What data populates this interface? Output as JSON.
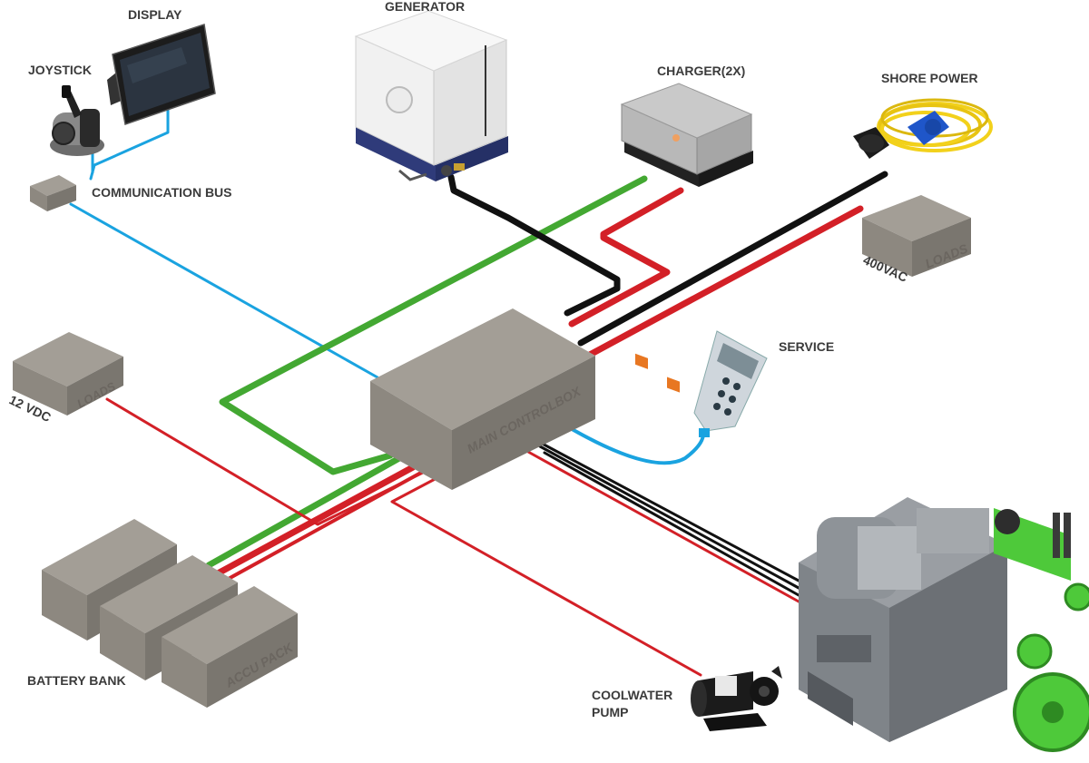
{
  "labels": {
    "display": "DISPLAY",
    "joystick": "JOYSTICK",
    "generator": "GENERATOR",
    "charger": "CHARGER(2X)",
    "shore_power": "SHORE POWER",
    "communication_bus": "COMMUNICATION BUS",
    "loads_400vac": "LOADS",
    "vac_400": "400VAC",
    "service": "SERVICE",
    "loads_12vdc": "LOADS",
    "vdc_12": "12 VDC",
    "main_controlbox": "MAIN CONTROLBOX",
    "battery_bank": "BATTERY BANK",
    "accu_pack": "ACCU PACK",
    "coolwater_pump_line1": "COOLWATER",
    "coolwater_pump_line2": "PUMP"
  },
  "colors": {
    "communication": "#1aa3e0",
    "dc_positive": "#d32027",
    "dc_negative": "#111111",
    "ac_line": "#43a832",
    "box_top": "#a39e96",
    "box_front": "#8d8880",
    "box_side": "#7a766f",
    "motor_green": "#4ec93a"
  }
}
